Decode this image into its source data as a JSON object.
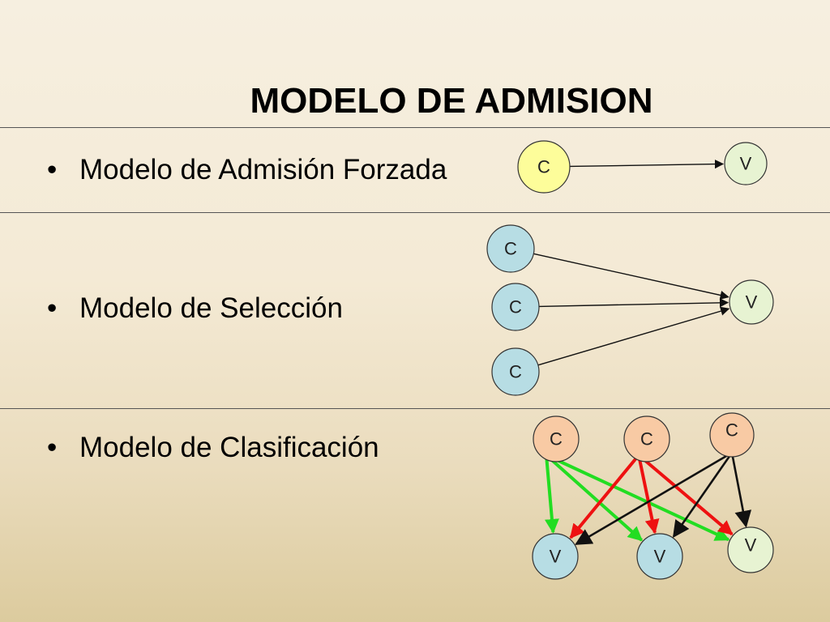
{
  "title": "MODELO DE ADMISION",
  "bullets": [
    {
      "marker": "•",
      "text": "Modelo de Admisión Forzada"
    },
    {
      "marker": "•",
      "text": "Modelo de Selección"
    },
    {
      "marker": "•",
      "text": "Modelo de Clasificación"
    }
  ],
  "node_letters": {
    "c": "C",
    "v": "V"
  },
  "colors": {
    "node_yellow": "#fdfd9a",
    "node_blue": "#b7dde4",
    "node_green": "#e7f3d2",
    "node_orange": "#f8caa4",
    "arrow_black": "#111111",
    "arrow_green": "#22dd22",
    "arrow_red": "#ee1111"
  },
  "diagrams": [
    {
      "name": "admision-forzada",
      "nodes": [
        {
          "id": "c1",
          "type": "c",
          "color": "node_yellow"
        },
        {
          "id": "v1",
          "type": "v",
          "color": "node_green"
        }
      ],
      "edges": [
        {
          "from": "c1",
          "to": "v1",
          "color": "arrow_black"
        }
      ]
    },
    {
      "name": "seleccion",
      "nodes": [
        {
          "id": "c1",
          "type": "c",
          "color": "node_blue"
        },
        {
          "id": "c2",
          "type": "c",
          "color": "node_blue"
        },
        {
          "id": "c3",
          "type": "c",
          "color": "node_blue"
        },
        {
          "id": "v1",
          "type": "v",
          "color": "node_green"
        }
      ],
      "edges": [
        {
          "from": "c1",
          "to": "v1",
          "color": "arrow_black"
        },
        {
          "from": "c2",
          "to": "v1",
          "color": "arrow_black"
        },
        {
          "from": "c3",
          "to": "v1",
          "color": "arrow_black"
        }
      ]
    },
    {
      "name": "clasificacion",
      "nodes": [
        {
          "id": "c1",
          "type": "c",
          "color": "node_orange"
        },
        {
          "id": "c2",
          "type": "c",
          "color": "node_orange"
        },
        {
          "id": "c3",
          "type": "c",
          "color": "node_orange"
        },
        {
          "id": "v1",
          "type": "v",
          "color": "node_blue"
        },
        {
          "id": "v2",
          "type": "v",
          "color": "node_blue"
        },
        {
          "id": "v3",
          "type": "v",
          "color": "node_green"
        }
      ],
      "edges": [
        {
          "from": "c1",
          "to": "v1",
          "color": "arrow_green"
        },
        {
          "from": "c1",
          "to": "v2",
          "color": "arrow_green"
        },
        {
          "from": "c1",
          "to": "v3",
          "color": "arrow_green"
        },
        {
          "from": "c2",
          "to": "v1",
          "color": "arrow_red"
        },
        {
          "from": "c2",
          "to": "v2",
          "color": "arrow_red"
        },
        {
          "from": "c2",
          "to": "v3",
          "color": "arrow_red"
        },
        {
          "from": "c3",
          "to": "v1",
          "color": "arrow_black"
        },
        {
          "from": "c3",
          "to": "v2",
          "color": "arrow_black"
        },
        {
          "from": "c3",
          "to": "v3",
          "color": "arrow_black"
        }
      ]
    }
  ]
}
